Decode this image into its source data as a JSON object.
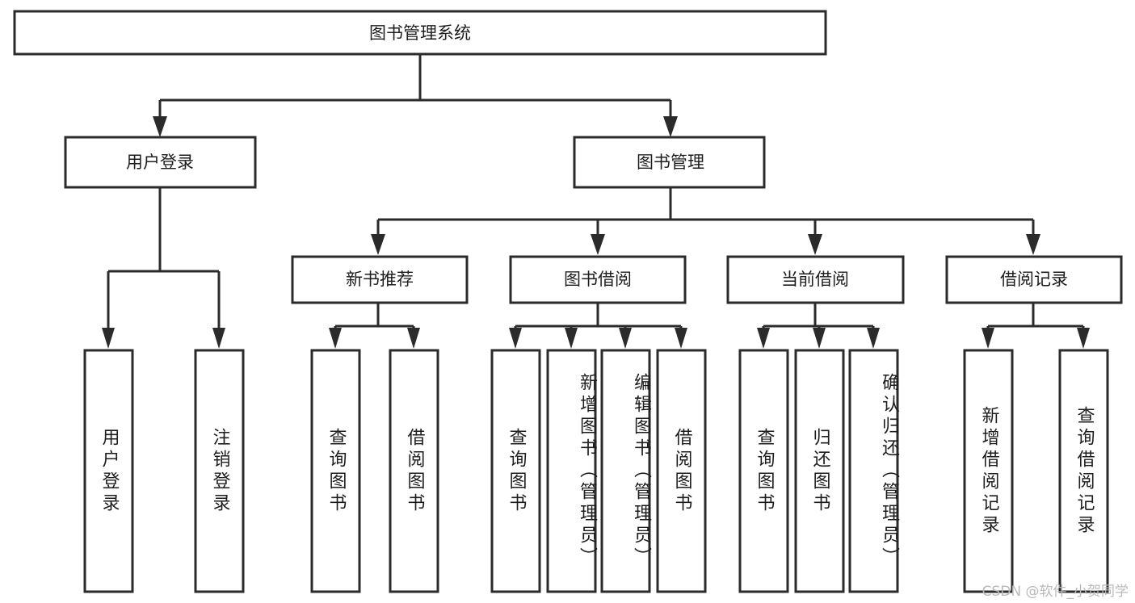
{
  "diagram": {
    "type": "tree-hierarchy-flowchart",
    "title": "图书管理系统",
    "colors": {
      "stroke": "#2b2b2b",
      "fill": "#ffffff",
      "text": "#1d1d1d",
      "watermark": "#b9b9b9",
      "background": "#ffffff"
    },
    "levels": {
      "level1": [
        {
          "id": "root",
          "label": "图书管理系统",
          "orientation": "horizontal"
        }
      ],
      "level2": [
        {
          "id": "user-login",
          "label": "用户登录",
          "orientation": "horizontal",
          "parent": "root"
        },
        {
          "id": "book-manage",
          "label": "图书管理",
          "orientation": "horizontal",
          "parent": "root"
        }
      ],
      "level3": [
        {
          "id": "new-book-rec",
          "label": "新书推荐",
          "orientation": "horizontal",
          "parent": "book-manage"
        },
        {
          "id": "book-borrow",
          "label": "图书借阅",
          "orientation": "horizontal",
          "parent": "book-manage"
        },
        {
          "id": "current-borrow",
          "label": "当前借阅",
          "orientation": "horizontal",
          "parent": "book-manage"
        },
        {
          "id": "borrow-record",
          "label": "借阅记录",
          "orientation": "horizontal",
          "parent": "book-manage"
        }
      ],
      "level4": [
        {
          "id": "leaf-user-login",
          "label": "用户登录",
          "orientation": "vertical",
          "parent": "user-login"
        },
        {
          "id": "leaf-logout",
          "label": "注销登录",
          "orientation": "vertical",
          "parent": "user-login"
        },
        {
          "id": "leaf-query-book-1",
          "label": "查询图书",
          "orientation": "vertical",
          "parent": "new-book-rec"
        },
        {
          "id": "leaf-borrow-book-1",
          "label": "借阅图书",
          "orientation": "vertical",
          "parent": "new-book-rec"
        },
        {
          "id": "leaf-query-book-2",
          "label": "查询图书",
          "orientation": "vertical",
          "parent": "book-borrow"
        },
        {
          "id": "leaf-add-book",
          "label": "新增图书（管理员）",
          "orientation": "vertical",
          "parent": "book-borrow"
        },
        {
          "id": "leaf-edit-book",
          "label": "编辑图书（管理员）",
          "orientation": "vertical",
          "parent": "book-borrow"
        },
        {
          "id": "leaf-borrow-book-2",
          "label": "借阅图书",
          "orientation": "vertical",
          "parent": "book-borrow"
        },
        {
          "id": "leaf-query-book-3",
          "label": "查询图书",
          "orientation": "vertical",
          "parent": "current-borrow"
        },
        {
          "id": "leaf-return-book",
          "label": "归还图书",
          "orientation": "vertical",
          "parent": "current-borrow"
        },
        {
          "id": "leaf-confirm-return",
          "label": "确认归还（管理员）",
          "orientation": "vertical",
          "parent": "current-borrow"
        },
        {
          "id": "leaf-add-record",
          "label": "新增借阅记录",
          "orientation": "vertical",
          "parent": "borrow-record"
        },
        {
          "id": "leaf-query-record",
          "label": "查询借阅记录",
          "orientation": "vertical",
          "parent": "borrow-record"
        }
      ]
    }
  },
  "watermark": {
    "text": "CSDN @软件_小贺同学"
  }
}
